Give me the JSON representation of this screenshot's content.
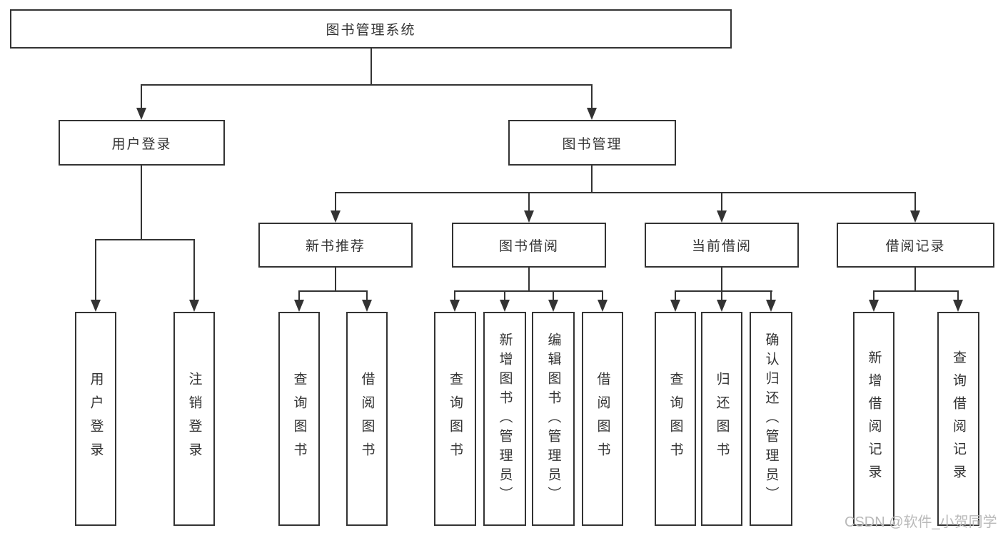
{
  "diagram": {
    "title": "图书管理系统",
    "root": {
      "label": "图书管理系统"
    },
    "level2": [
      {
        "label": "用户登录"
      },
      {
        "label": "图书管理"
      }
    ],
    "level3": [
      {
        "label": "新书推荐"
      },
      {
        "label": "图书借阅"
      },
      {
        "label": "当前借阅"
      },
      {
        "label": "借阅记录"
      }
    ],
    "leaves": {
      "user_login": [
        "用户登录",
        "注销登录"
      ],
      "new_book": [
        "查询图书",
        "借阅图书"
      ],
      "book_borrow": [
        "查询图书",
        "新增图书（管理员）",
        "编辑图书（管理员）",
        "借阅图书"
      ],
      "current_borrow": [
        "查询图书",
        "归还图书",
        "确认归还（管理员）"
      ],
      "borrow_record": [
        "新增借阅记录",
        "查询借阅记录"
      ]
    }
  },
  "watermark": {
    "text": "CSDN @软件_小贺同学"
  },
  "colors": {
    "line": "#333333",
    "text": "#333333",
    "watermark": "#b9b9b9",
    "background": "#ffffff"
  }
}
